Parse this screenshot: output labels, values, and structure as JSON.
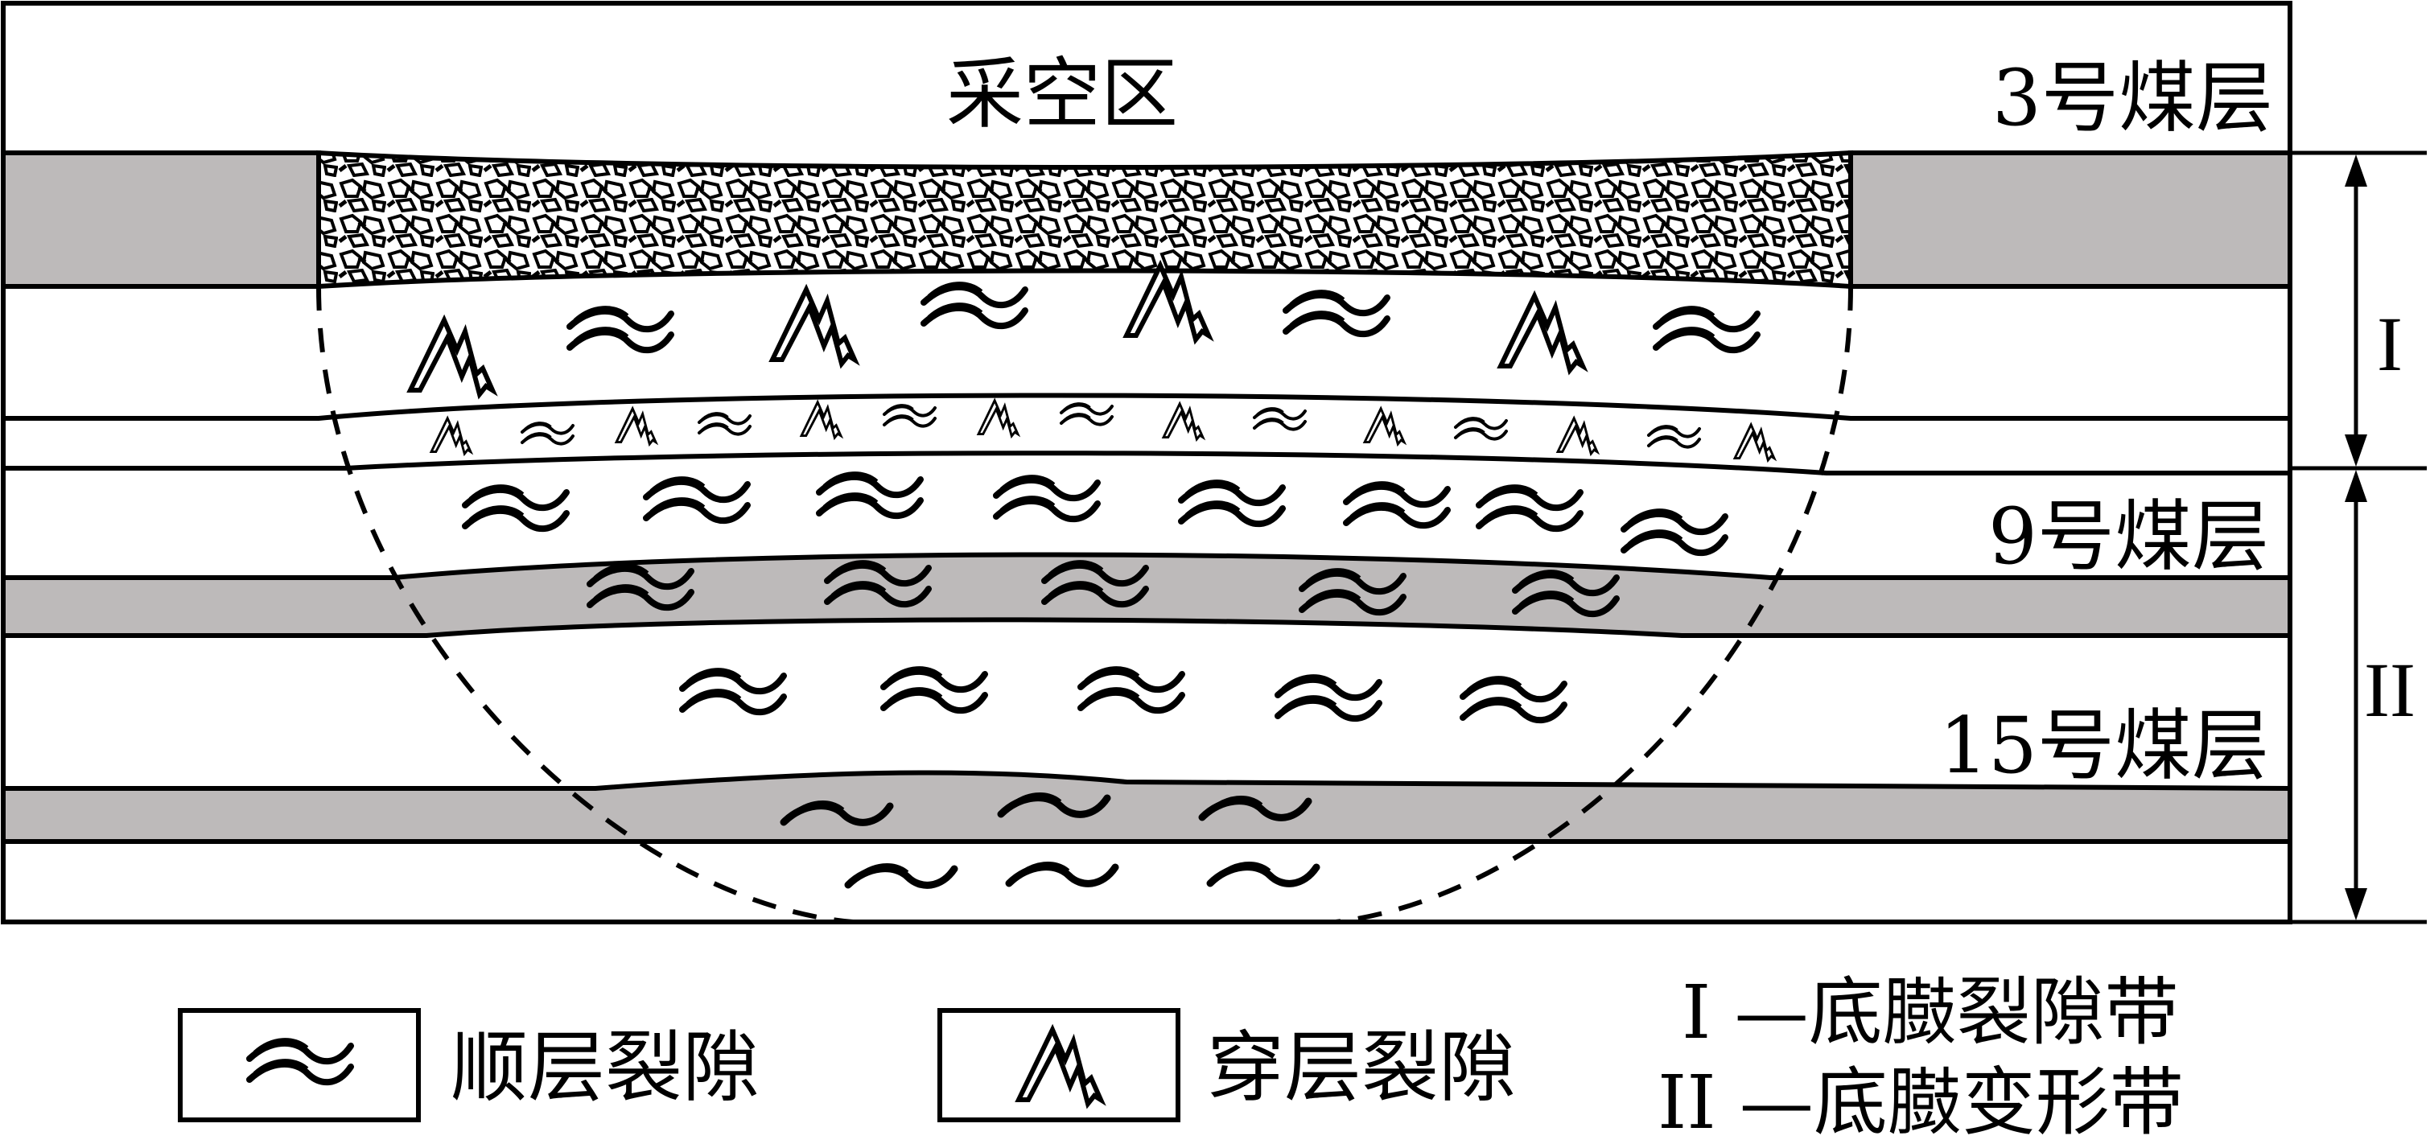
{
  "labels": {
    "goaf": "采空区",
    "seam3": "3号煤层",
    "seam9": "9号煤层",
    "seam15": "15号煤层",
    "zone1_roman": "I",
    "zone2_roman": "II"
  },
  "legend": {
    "bedding_fracture": "顺层裂隙",
    "cross_fracture": "穿层裂隙",
    "zone1_desc": "I —底臌裂隙带",
    "zone2_desc": "II —底臌变形带"
  },
  "colors": {
    "coal_seam": "#bdbaba",
    "outline": "#000000",
    "background": "#ffffff"
  },
  "icons": {
    "bedding_fracture": "wavy-lines-icon",
    "cross_fracture": "zigzag-crack-icon"
  }
}
